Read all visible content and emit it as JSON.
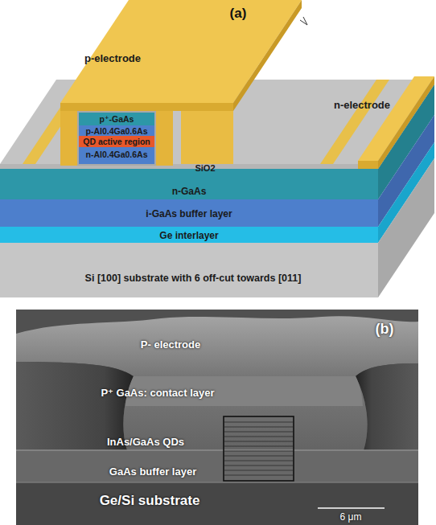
{
  "diagram": {
    "nodes": [
      {
        "text": [
          "p-electrode"
        ]
      },
      {
        "text": [
          "n-electrode"
        ]
      },
      {
        "text": [
          "p⁺-GaAs"
        ]
      },
      {
        "text": [
          "p-Al0.4Ga0.6As"
        ]
      },
      {
        "text": [
          "QD active region"
        ]
      },
      {
        "text": [
          "n-Al0.4Ga0.6As"
        ]
      },
      {
        "text": [
          "SiO2"
        ]
      },
      {
        "text": [
          "n-GaAs"
        ]
      },
      {
        "text": [
          "i-GaAs buffer layer"
        ]
      },
      {
        "text": [
          "Ge interlayer"
        ]
      },
      {
        "text": [
          "Si [100] substrate with 6 off-cut towards [011]"
        ]
      }
    ],
    "labels": [
      "(a)",
      "(b)",
      "P- electrode",
      "P⁺ GaAs: contact layer",
      "InAs/GaAs QDs",
      "GaAs buffer layer",
      "Ge/Si substrate",
      "6 μm"
    ]
  }
}
